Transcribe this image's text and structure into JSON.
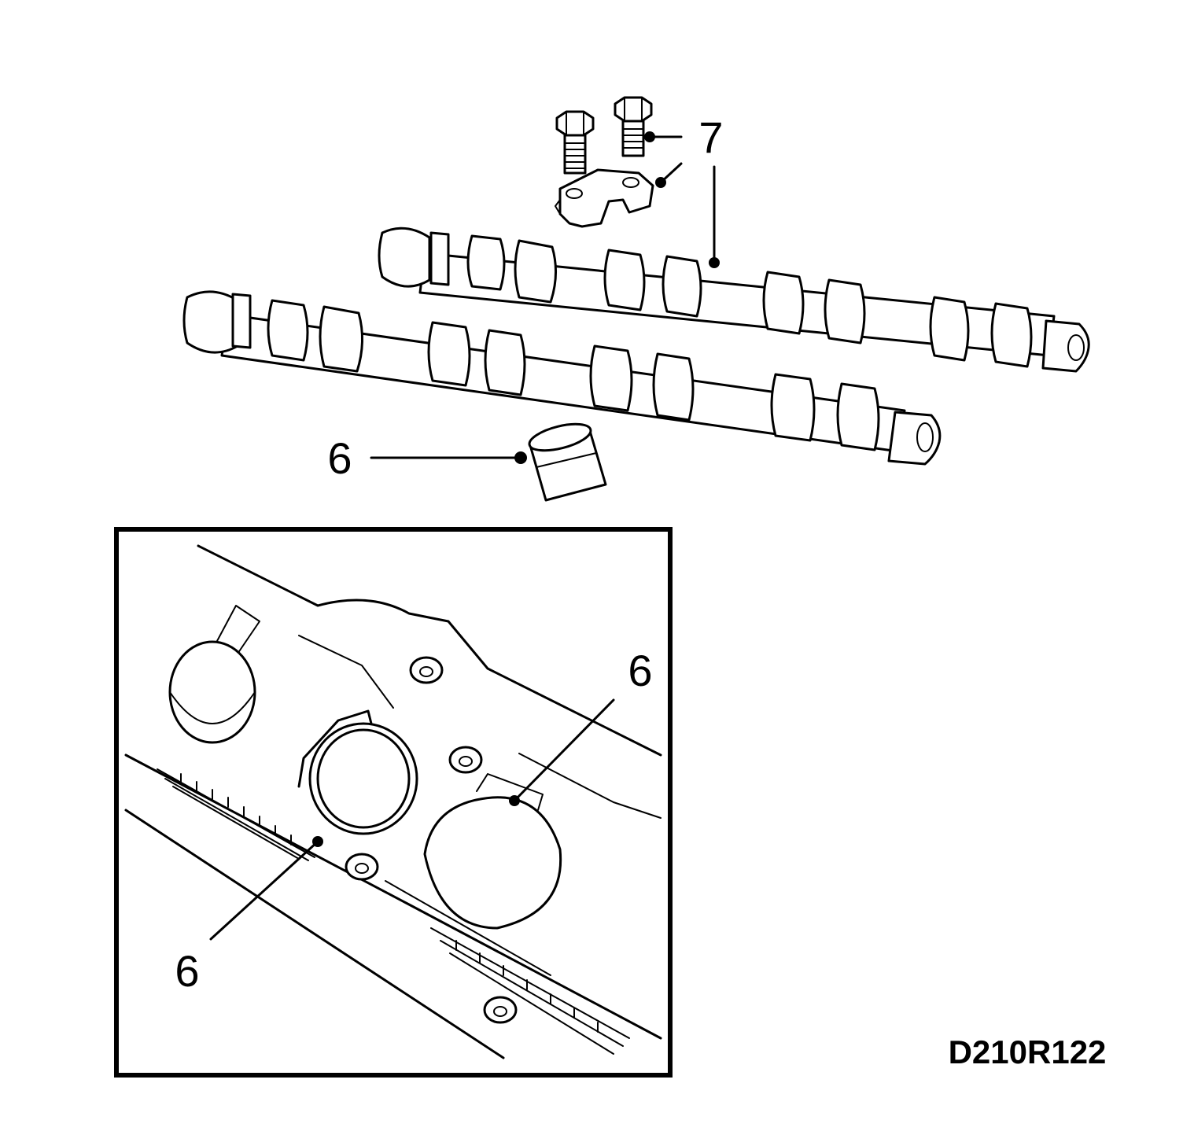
{
  "callouts": {
    "bearing_cap_group": "7",
    "lifter_exploded": "6",
    "lifter_inset_right": "6",
    "lifter_inset_left": "6"
  },
  "reference_code": "D210R122"
}
